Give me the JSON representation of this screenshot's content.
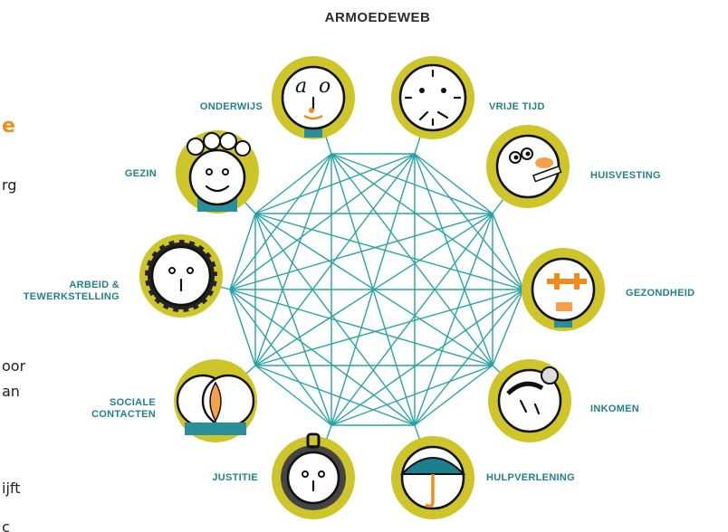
{
  "title": "ARMOEDEWEB",
  "nodes": [
    {
      "id": "onderwijs",
      "label": "ONDERWIJS",
      "icon": "teacher-face-icon"
    },
    {
      "id": "vrije-tijd",
      "label": "VRIJE TIJD",
      "icon": "clock-face-icon"
    },
    {
      "id": "huisvesting",
      "label": "HUISVESTING",
      "icon": "house-bird-face-icon"
    },
    {
      "id": "gezondheid",
      "label": "GEZONDHEID",
      "icon": "plaster-face-icon"
    },
    {
      "id": "inkomen",
      "label": "INKOMEN",
      "icon": "coin-slot-face-icon"
    },
    {
      "id": "hulpverlening",
      "label": "HULPVERLENING",
      "icon": "umbrella-face-icon"
    },
    {
      "id": "justitie",
      "label": "JUSTITIE",
      "icon": "handcuff-face-icon"
    },
    {
      "id": "sociale-contacten",
      "label_lines": [
        "SOCIALE",
        "CONTACTEN"
      ],
      "icon": "two-faces-icon"
    },
    {
      "id": "arbeid",
      "label_lines": [
        "ARBEID &",
        "TEWERKSTELLING"
      ],
      "icon": "gear-face-icon"
    },
    {
      "id": "gezin",
      "label": "GEZIN",
      "icon": "family-face-icon"
    }
  ],
  "left_fragments": {
    "heading": "e",
    "lines": [
      "rg",
      "oor",
      "an",
      "ijft",
      "c"
    ]
  },
  "colors": {
    "edge": "#2aa3a6",
    "ring": "#cdc52a",
    "label": "#23808a",
    "accent": "#f28b1e"
  }
}
